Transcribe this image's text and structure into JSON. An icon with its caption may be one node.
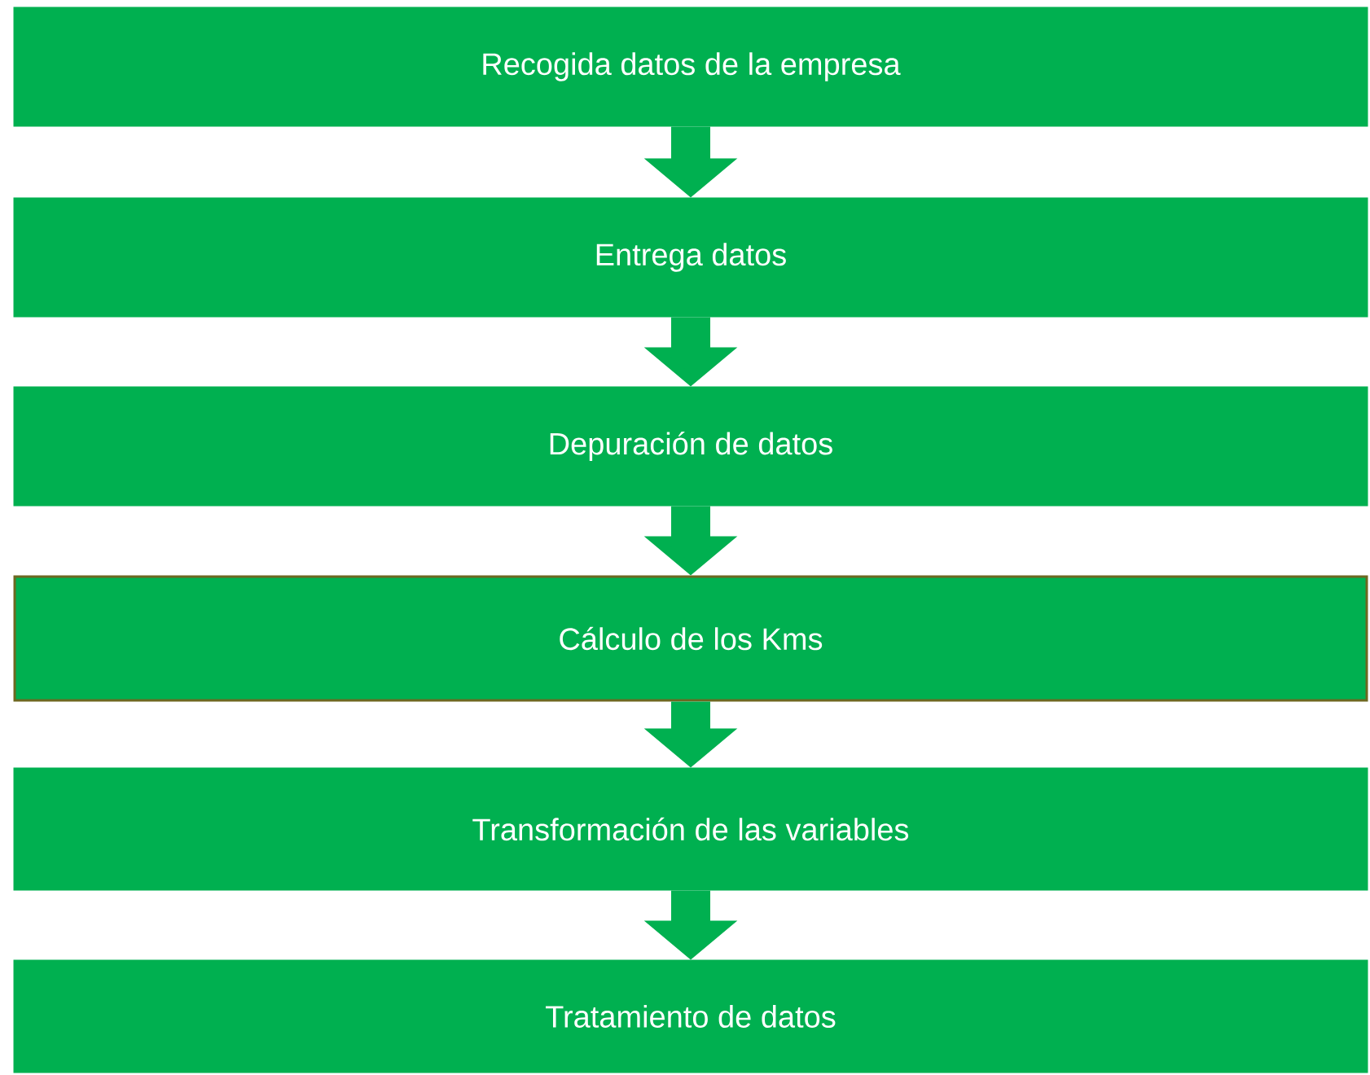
{
  "diagram": {
    "nodes": [
      {
        "text": [
          "Recogida datos de la  empresa"
        ]
      },
      {
        "text": [
          "Entrega datos"
        ]
      },
      {
        "text": [
          "Depuración de datos"
        ]
      },
      {
        "text": [
          "Cálculo de los Kms"
        ]
      },
      {
        "text": [
          "Transformación de las variables"
        ]
      },
      {
        "text": [
          "Tratamiento de datos"
        ]
      }
    ],
    "edges": [
      {
        "from": 0,
        "to": 1,
        "arrow": "to"
      },
      {
        "from": 1,
        "to": 2,
        "arrow": "to"
      },
      {
        "from": 2,
        "to": 3,
        "arrow": "to"
      },
      {
        "from": 3,
        "to": 4,
        "arrow": "to"
      },
      {
        "from": 4,
        "to": 5,
        "arrow": "to"
      }
    ]
  }
}
